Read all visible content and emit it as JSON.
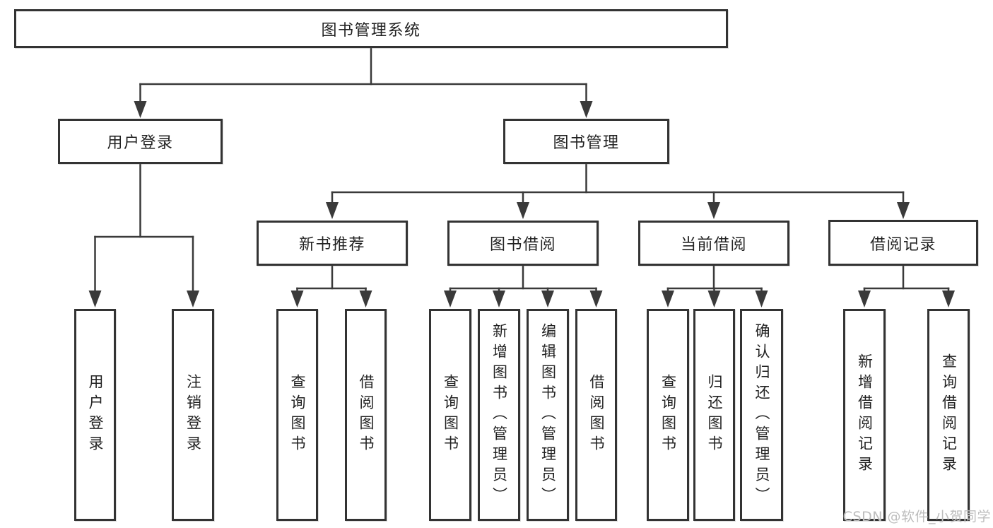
{
  "colors": {
    "background": "#ffffff",
    "line": "#3a3a3a",
    "border": "#333333",
    "text": "#222222",
    "watermark": "#bdbdbd"
  },
  "watermark": {
    "text": "CSDN @软件_小贺同学"
  },
  "tree": {
    "label": "图书管理系统",
    "children": [
      {
        "label": "用户登录",
        "children": [
          {
            "label": "用户登录"
          },
          {
            "label": "注销登录"
          }
        ]
      },
      {
        "label": "图书管理",
        "children": [
          {
            "label": "新书推荐",
            "children": [
              {
                "label": "查询图书"
              },
              {
                "label": "借阅图书"
              }
            ]
          },
          {
            "label": "图书借阅",
            "children": [
              {
                "label": "查询图书"
              },
              {
                "label": "新增图书（管理员）"
              },
              {
                "label": "编辑图书（管理员）"
              },
              {
                "label": "借阅图书"
              }
            ]
          },
          {
            "label": "当前借阅",
            "children": [
              {
                "label": "查询图书"
              },
              {
                "label": "归还图书"
              },
              {
                "label": "确认归还（管理员）"
              }
            ]
          },
          {
            "label": "借阅记录",
            "children": [
              {
                "label": "新增借阅记录"
              },
              {
                "label": "查询借阅记录"
              }
            ]
          }
        ]
      }
    ]
  }
}
